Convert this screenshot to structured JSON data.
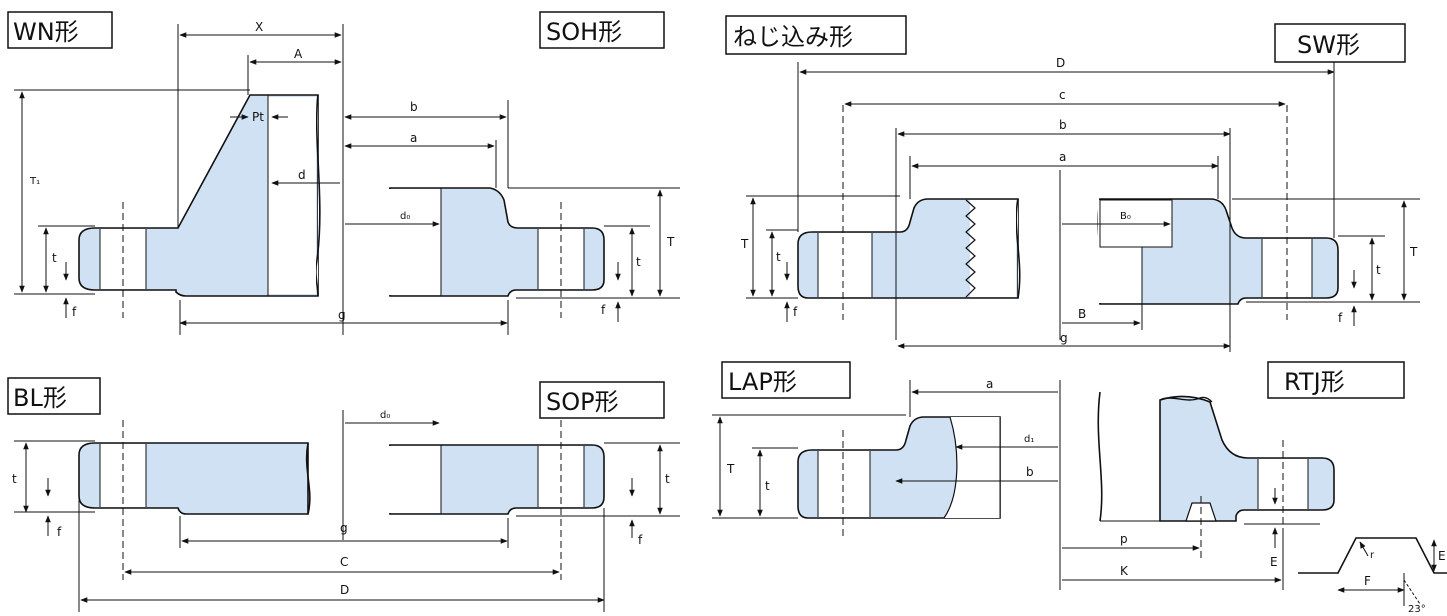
{
  "titles": {
    "wn": "WN形",
    "soh": "SOH形",
    "screw": "ねじ込み形",
    "sw": "SW形",
    "bl": "BL形",
    "sop": "SOP形",
    "lap": "LAP形",
    "rtj": "RTJ形"
  },
  "wn_labels": {
    "x": "X",
    "a": "A",
    "pt": "Pt",
    "t1": "T₁",
    "d": "d",
    "t": "t",
    "f": "f",
    "g": "g"
  },
  "soh_labels": {
    "b": "b",
    "a": "a",
    "d0": "d₀",
    "t_big": "T",
    "t": "t",
    "f": "f"
  },
  "screw_labels": {
    "d": "D",
    "c": "c",
    "b": "b",
    "a": "a",
    "t_big": "T",
    "t": "t",
    "f": "f",
    "g": "g"
  },
  "sw_labels": {
    "b0": "B₀",
    "b": "B",
    "t_big": "T",
    "t": "t",
    "f": "f"
  },
  "bl_labels": {
    "t": "t",
    "f": "f",
    "g": "g",
    "c": "C",
    "d": "D"
  },
  "sop_labels": {
    "d0": "d₀",
    "t": "t",
    "f": "f"
  },
  "lap_labels": {
    "a": "a",
    "d1": "d₁",
    "b": "b",
    "t_big": "T",
    "t": "t"
  },
  "rtj_labels": {
    "p": "p",
    "k": "K",
    "e": "E",
    "r": "r",
    "e2": "E",
    "f": "F",
    "angle": "23°"
  }
}
